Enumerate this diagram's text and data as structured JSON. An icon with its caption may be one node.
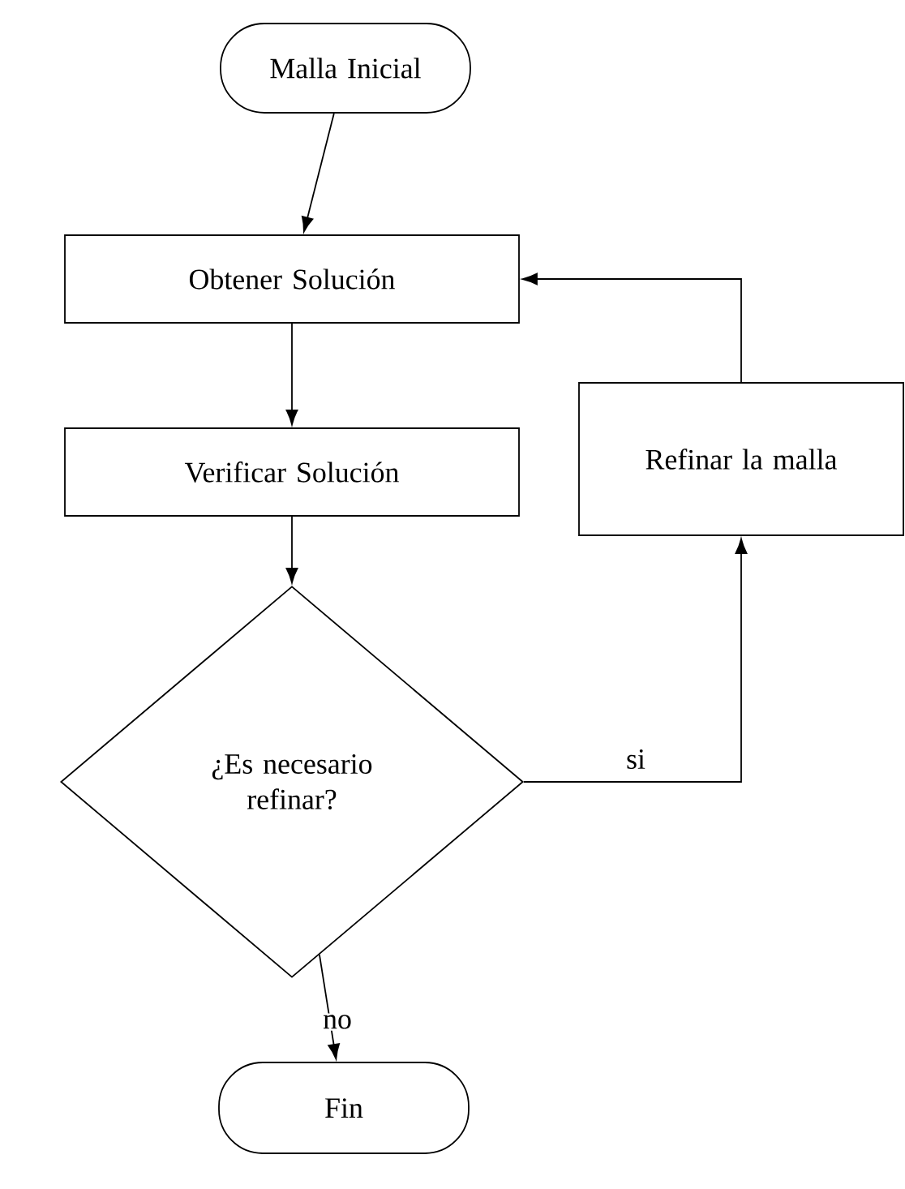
{
  "diagram": {
    "nodes": [
      {
        "text": [
          "Malla Inicial"
        ]
      },
      {
        "text": [
          "Obtener Solución"
        ]
      },
      {
        "text": [
          "Verificar Solución"
        ]
      },
      {
        "text": [
          "Refinar la malla"
        ]
      },
      {
        "text": [
          "¿Es necesario refinar?"
        ]
      },
      {
        "text": [
          "Fin"
        ]
      }
    ],
    "edges": [
      {
        "from": 0,
        "to": 1,
        "arrow": "to"
      },
      {
        "from": 1,
        "to": 2,
        "arrow": "to"
      },
      {
        "from": 2,
        "to": 4,
        "arrow": "to"
      },
      {
        "from": 4,
        "to": 3,
        "arrow": "to",
        "label": "si"
      },
      {
        "from": 3,
        "to": 1,
        "arrow": "to"
      },
      {
        "from": 4,
        "to": 5,
        "arrow": "to",
        "label": "no"
      }
    ]
  }
}
